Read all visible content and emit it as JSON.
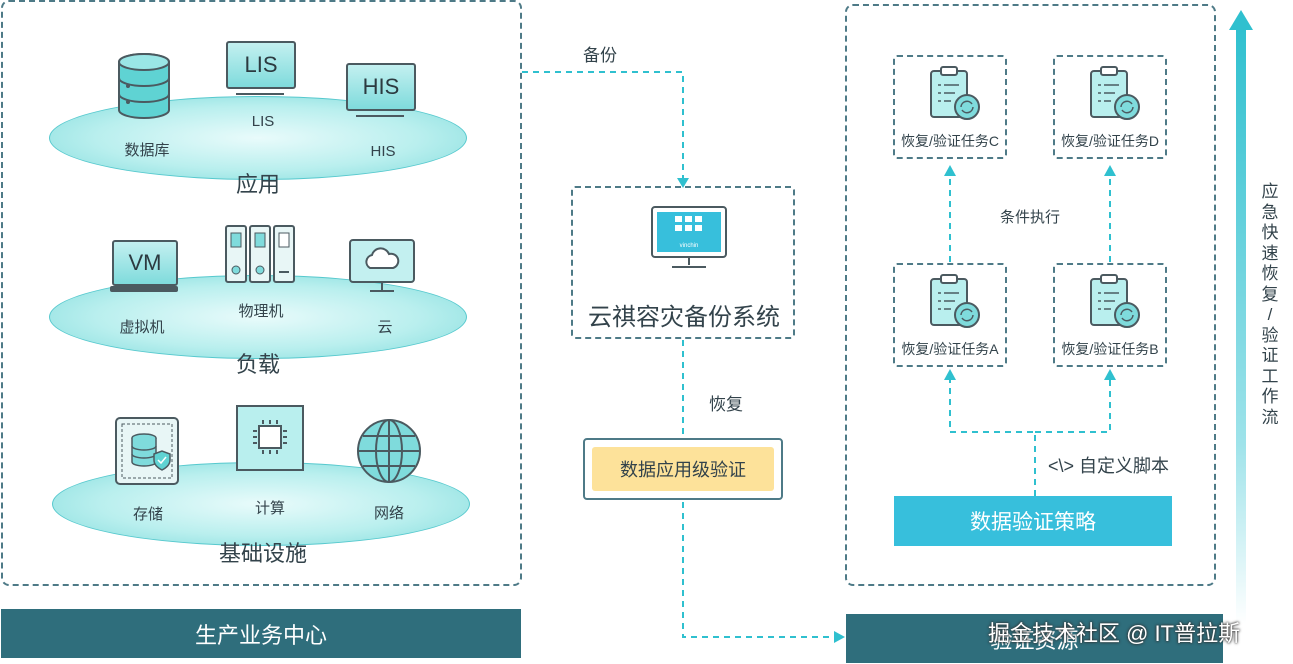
{
  "production": {
    "app_layer": {
      "title": "应用",
      "items": [
        "数据库",
        "LIS",
        "HIS"
      ],
      "lis_screen": "LIS",
      "his_screen": "HIS"
    },
    "load_layer": {
      "title": "负载",
      "items": [
        "虚拟机",
        "物理机",
        "云"
      ],
      "vm_screen": "VM"
    },
    "infra_layer": {
      "title": "基础设施",
      "items": [
        "存储",
        "计算",
        "网络"
      ]
    },
    "footer": "生产业务中心"
  },
  "flow": {
    "backup_label": "备份",
    "system_name": "云祺容灾备份系统",
    "monitor_brand": "vinchin",
    "restore_label": "恢复",
    "verify_box": "数据应用级验证"
  },
  "verification": {
    "tasks": [
      "恢复/验证任务C",
      "恢复/验证任务D",
      "恢复/验证任务A",
      "恢复/验证任务B"
    ],
    "condition_label": "条件执行",
    "script_label": "<\\> 自定义脚本",
    "strategy": "数据验证策略",
    "footer": "验证资源"
  },
  "side_flow": {
    "chars": [
      "应",
      "急",
      "快",
      "速",
      "恢",
      "复",
      "/",
      "验",
      "证",
      "工",
      "作",
      "流"
    ]
  },
  "watermark": "掘金技术社区 @ IT普拉斯",
  "colors": {
    "teal_bar": "#2f6e7c",
    "accent": "#2fc0cf",
    "yellow_box": "#fde29a",
    "strategy_box": "#37bfdc"
  }
}
